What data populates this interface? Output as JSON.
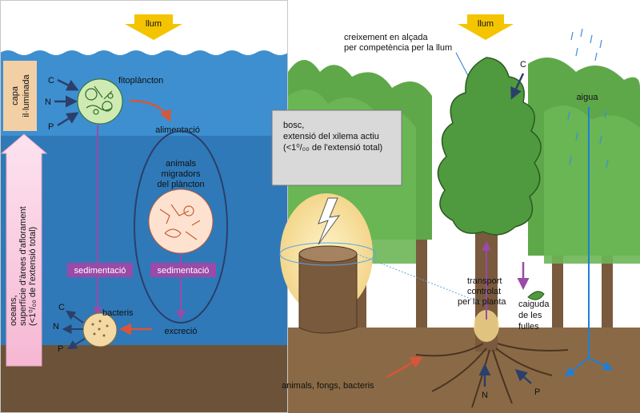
{
  "ocean": {
    "light_label": "llum",
    "capa_label_1": "capa",
    "capa_label_2": "il·luminada",
    "phytoplankton_label": "fitoplàncton",
    "nutrients": [
      "C",
      "N",
      "P"
    ],
    "feeding_label": "alimentació",
    "migrators_label_1": "animals",
    "migrators_label_2": "migradors",
    "migrators_label_3": "del plàncton",
    "sedimentation_left": "sedimentació",
    "sedimentation_right": "sedimentació",
    "bacteria_label": "bacteris",
    "excretion_label": "excreció",
    "bottom_nutrients": [
      "C",
      "N",
      "P"
    ],
    "oceans_label_1": "oceans,",
    "oceans_label_2": "superfície d'àrees d'aflorament",
    "oceans_label_3": "(<1⁰/₀₀ de l'extensió total)"
  },
  "forest": {
    "light_label": "llum",
    "growth_label_1": "creixement en alçada",
    "growth_label_2": "per competència per la llum",
    "carbon_label": "C",
    "water_label": "aigua",
    "forest_box_1": "bosc,",
    "forest_box_2": "extensió del xilema actiu",
    "forest_box_3": "(<1⁰/₀₀ de l'extensió total)",
    "transport_1": "transport",
    "transport_2": "controlat",
    "transport_3": "per la planta",
    "leaf_fall_1": "caiguda",
    "leaf_fall_2": "de les",
    "leaf_fall_3": "fulles",
    "soil_label": "animals, fongs, bacteris",
    "soil_nutrients": [
      "N",
      "P"
    ]
  },
  "colors": {
    "ocean_surface": "#3d8fd0",
    "ocean_deep": "#2f79b8",
    "seafloor": "#6b5238",
    "tree_green": "#4f9a3e",
    "sky": "#ffffff",
    "arrow_purple": "#9a4aa8",
    "arrow_dark": "#2b3f6b",
    "arrow_red": "#d9553a",
    "light_yellow": "#f4c400",
    "capa_box": "#f2cfa5"
  }
}
